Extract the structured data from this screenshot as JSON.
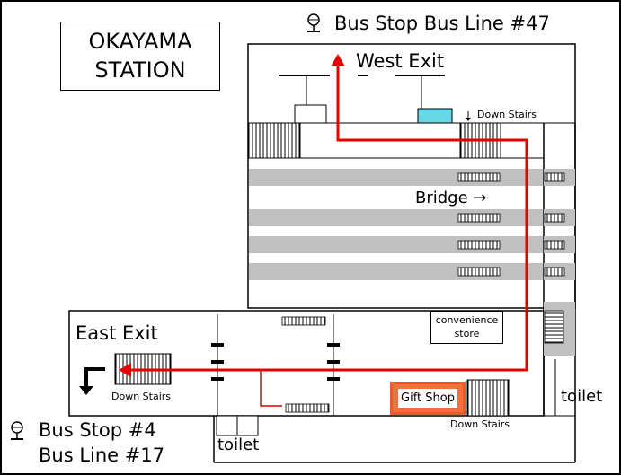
{
  "title": {
    "line1": "OKAYAMA",
    "line2": "STATION"
  },
  "labels": {
    "bus_stop_west": "Bus Stop Bus Line #47",
    "west_exit": "West Exit",
    "down_stairs_top": "Down Stairs",
    "bridge": "Bridge →",
    "east_exit": "East Exit",
    "down_stairs_east": "Down Stairs",
    "down_stairs_bottom": "Down Stairs",
    "convenience_line1": "convenience",
    "convenience_line2": "store",
    "gift_shop": "Gift Shop",
    "toilet_right": "toilet",
    "toilet_bottom": "toilet",
    "bus_stop_east_line1": "Bus Stop #4",
    "bus_stop_east_line2": "Bus Line #17"
  },
  "colors": {
    "route": "#e60000",
    "track_gray": "#c0c0c0",
    "gift_shop": "#f07040",
    "ticket_gate": "#66d9e8"
  },
  "icons": [
    "bus-stop-icon",
    "down-arrow-icon",
    "route-arrow-icon"
  ]
}
